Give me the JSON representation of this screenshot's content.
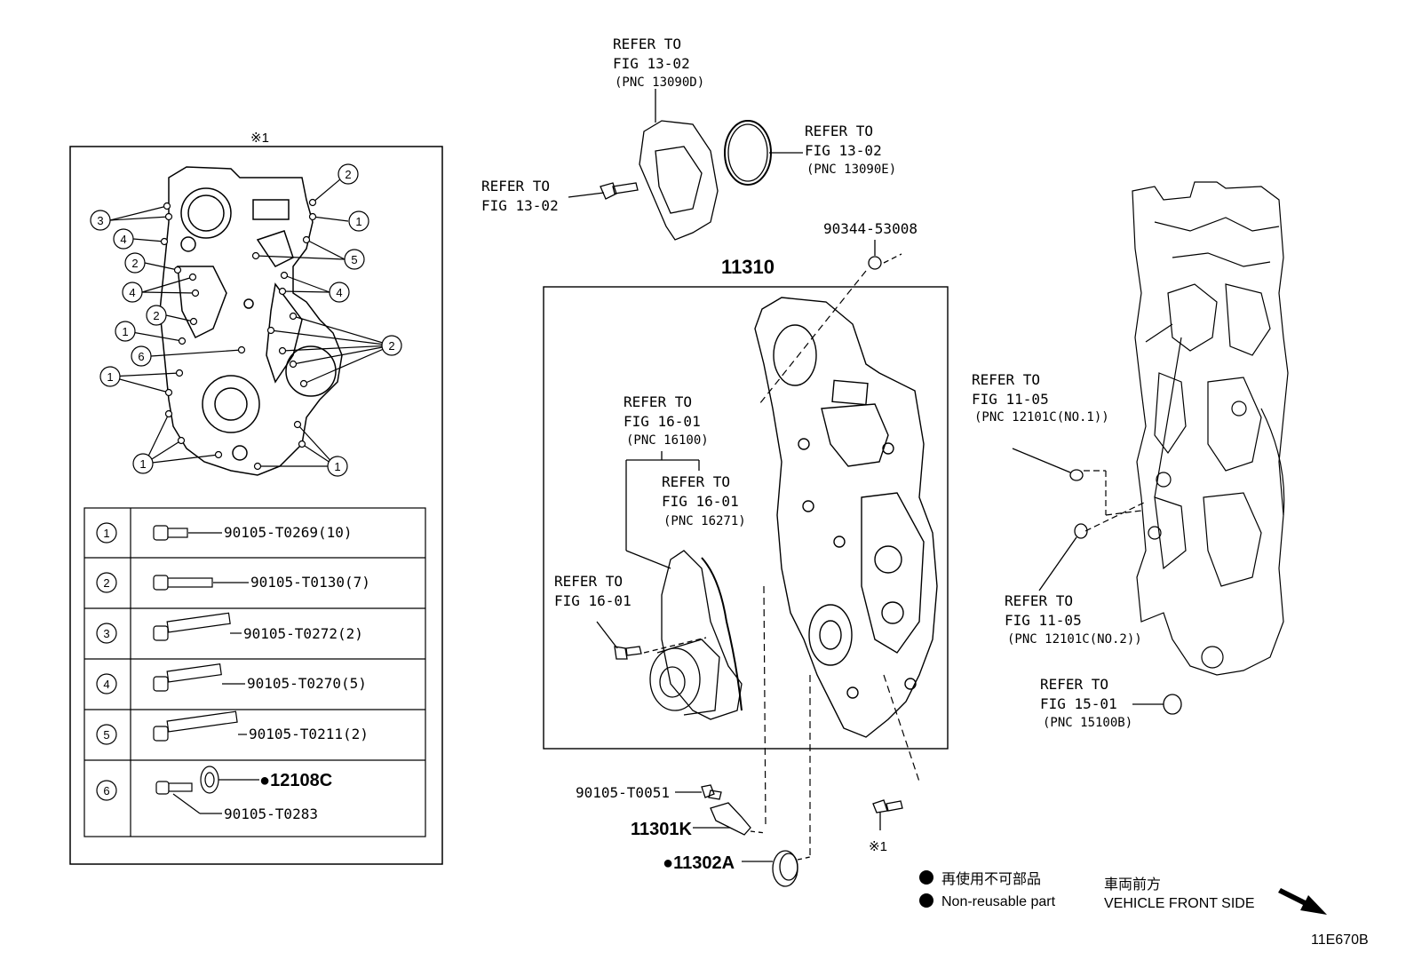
{
  "diagram": {
    "figure_id": "11E670B",
    "main_part": "11310",
    "top_labels": {
      "fig1302_a": {
        "line1": "REFER TO",
        "line2": "FIG 13-02",
        "pnc": "(PNC 13090D)"
      },
      "fig1302_b": {
        "line1": "REFER TO",
        "line2": "FIG 13-02",
        "pnc": "(PNC 13090E)"
      },
      "fig1302_c": {
        "line1": "REFER TO",
        "line2": "FIG 13-02"
      },
      "nut_part": "90344-53008"
    },
    "inset": {
      "marker": "※1",
      "bolts": [
        {
          "num": "1",
          "part": "90105-T0269(10)"
        },
        {
          "num": "2",
          "part": "90105-T0130(7)"
        },
        {
          "num": "3",
          "part": "90105-T0272(2)"
        },
        {
          "num": "4",
          "part": "90105-T0270(5)"
        },
        {
          "num": "5",
          "part": "90105-T0211(2)"
        },
        {
          "num": "6",
          "part": "90105-T0283",
          "extra": "●12108C"
        }
      ]
    },
    "refs": {
      "fig1601_a": {
        "line1": "REFER TO",
        "line2": "FIG 16-01",
        "pnc": "(PNC 16100)"
      },
      "fig1601_b": {
        "line1": "REFER TO",
        "line2": "FIG 16-01",
        "pnc": "(PNC 16271)"
      },
      "fig1601_c": {
        "line1": "REFER TO",
        "line2": "FIG 16-01"
      },
      "fig1105_a": {
        "line1": "REFER TO",
        "line2": "FIG 11-05",
        "pnc": "(PNC 12101C(NO.1))"
      },
      "fig1105_b": {
        "line1": "REFER TO",
        "line2": "FIG 11-05",
        "pnc": "(PNC 12101C(NO.2))"
      },
      "fig1501": {
        "line1": "REFER TO",
        "line2": "FIG 15-01",
        "pnc": "(PNC 15100B)"
      }
    },
    "bottom_parts": {
      "bolt": "90105-T0051",
      "sensor": "11301K",
      "seal": "●11302A",
      "marker": "※1"
    },
    "legend": {
      "jp": "再使用不可部品",
      "en": "Non-reusable part",
      "front_jp": "車両前方",
      "front_en": "VEHICLE FRONT SIDE"
    }
  }
}
